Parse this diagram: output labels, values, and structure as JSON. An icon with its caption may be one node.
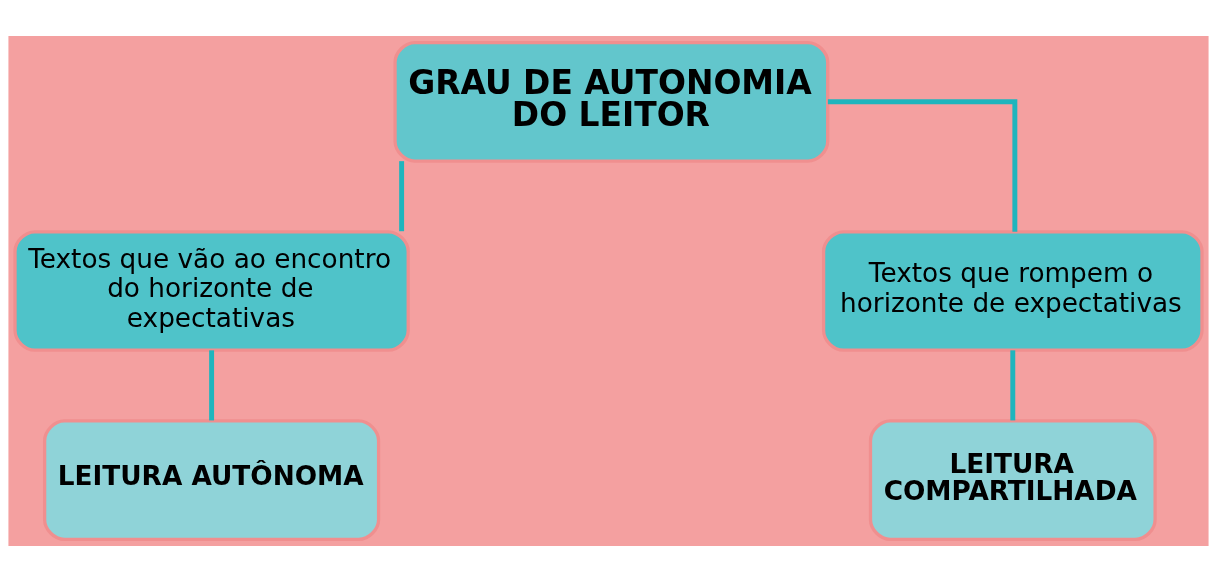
{
  "diagram": {
    "nodes": [
      {
        "text": [
          "GRAU DE AUTONOMIA DO LEITOR"
        ]
      },
      {
        "text": [
          "Textos que vão ao encontro do horizonte de expectativas"
        ]
      },
      {
        "text": [
          "Textos que rompem o horizonte de expectativas"
        ]
      },
      {
        "text": [
          "LEITURA AUTÔNOMA"
        ]
      },
      {
        "text": [
          "LEITURA COMPARTILHADA"
        ]
      }
    ],
    "edges": [
      {
        "from": 0,
        "to": 1,
        "arrow": "none"
      },
      {
        "from": 0,
        "to": 2,
        "arrow": "none"
      },
      {
        "from": 1,
        "to": 3,
        "arrow": "none"
      },
      {
        "from": 2,
        "to": 4,
        "arrow": "none"
      }
    ]
  }
}
